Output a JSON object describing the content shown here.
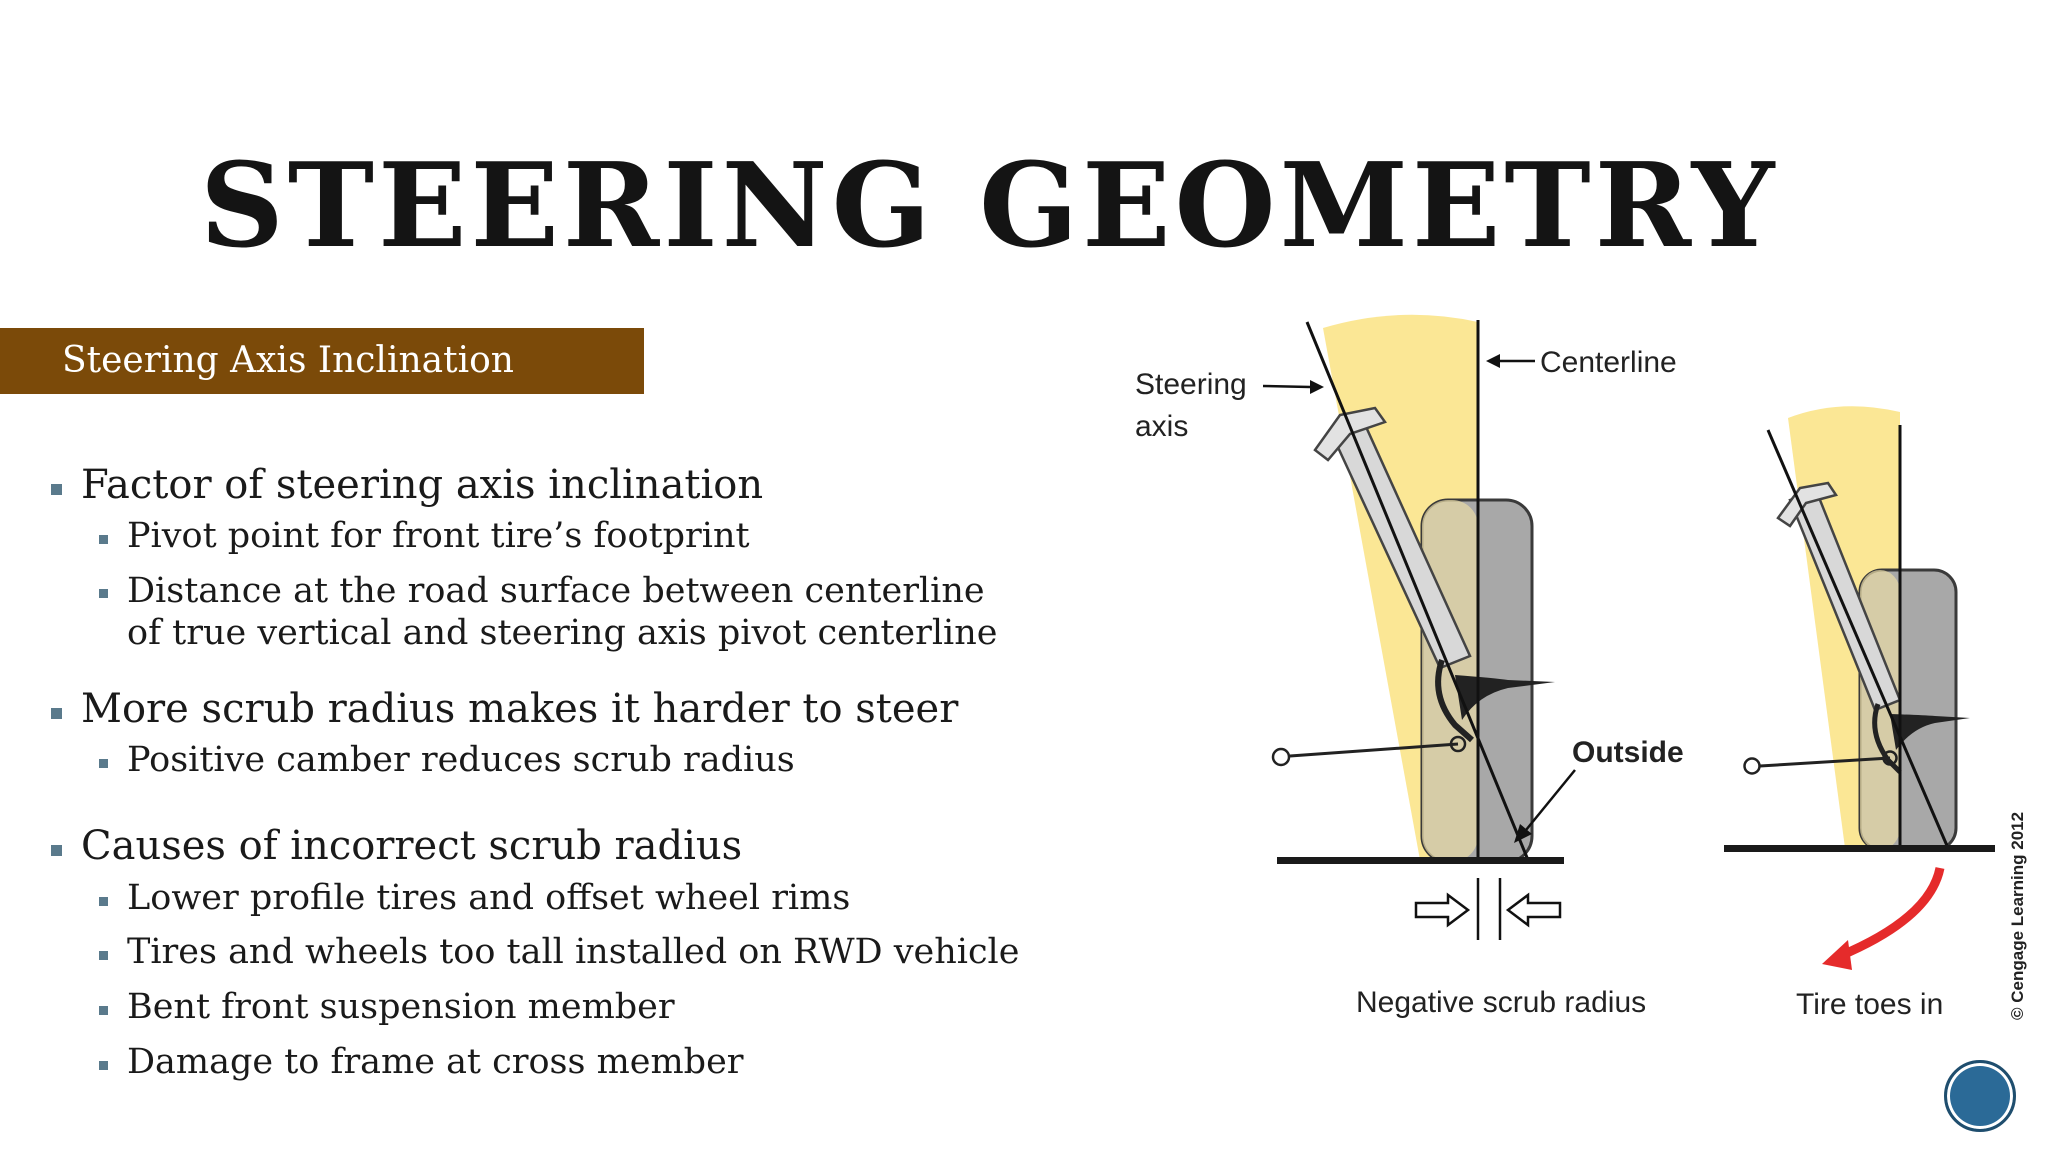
{
  "slide": {
    "title": "STEERING GEOMETRY",
    "section_label": "Steering Axis Inclination",
    "bullets": [
      {
        "text": "Factor of steering axis inclination",
        "sub": [
          "Pivot point for front tire’s footprint",
          "Distance at the road surface between centerline",
          "of true vertical and steering axis pivot centerline"
        ]
      },
      {
        "text": "More scrub radius makes it harder to steer",
        "sub": [
          "Positive camber reduces scrub radius"
        ]
      },
      {
        "text": "Causes of incorrect scrub radius",
        "sub": [
          "Lower profile tires and offset wheel rims",
          "Tires and wheels too tall installed on RWD vehicle",
          "Bent front suspension member",
          "Damage to frame at cross member"
        ]
      }
    ]
  },
  "figure": {
    "label_steering": "Steering",
    "label_axis": "axis",
    "label_centerline": "Centerline",
    "label_outside": "Outside",
    "caption_left": "Negative scrub radius",
    "caption_right": "Tire toes in",
    "copyright": "© Cengage Learning 2012"
  },
  "colors": {
    "banner": "#7b4a09",
    "bullet": "#5a7a8c",
    "tire": "#a8a8a8",
    "axis_glow": "#fbe489",
    "arrow_red": "#e52b2b"
  }
}
